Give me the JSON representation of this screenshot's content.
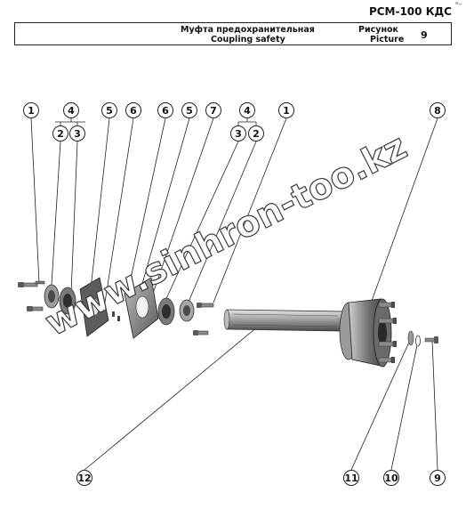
{
  "header": {
    "doc_code": "РСМ-100 КДС",
    "corner_mark": "ᵃ–"
  },
  "title_block": {
    "title_ru": "Муфта предохранительная",
    "title_en": "Coupling safety",
    "picture_label_ru": "Рисунок",
    "picture_label_en": "Picture",
    "picture_number": "9"
  },
  "callouts": [
    "1",
    "4",
    "2",
    "3",
    "5",
    "6",
    "6",
    "5",
    "7",
    "4",
    "3",
    "2",
    "1",
    "8",
    "12",
    "11",
    "10",
    "9"
  ],
  "watermark": "www.sinhron-too.kz",
  "colors": {
    "line": "#222222",
    "part_dark": "#3a3a3a",
    "part_mid": "#8a8a8a",
    "part_light": "#d0d0d0"
  }
}
